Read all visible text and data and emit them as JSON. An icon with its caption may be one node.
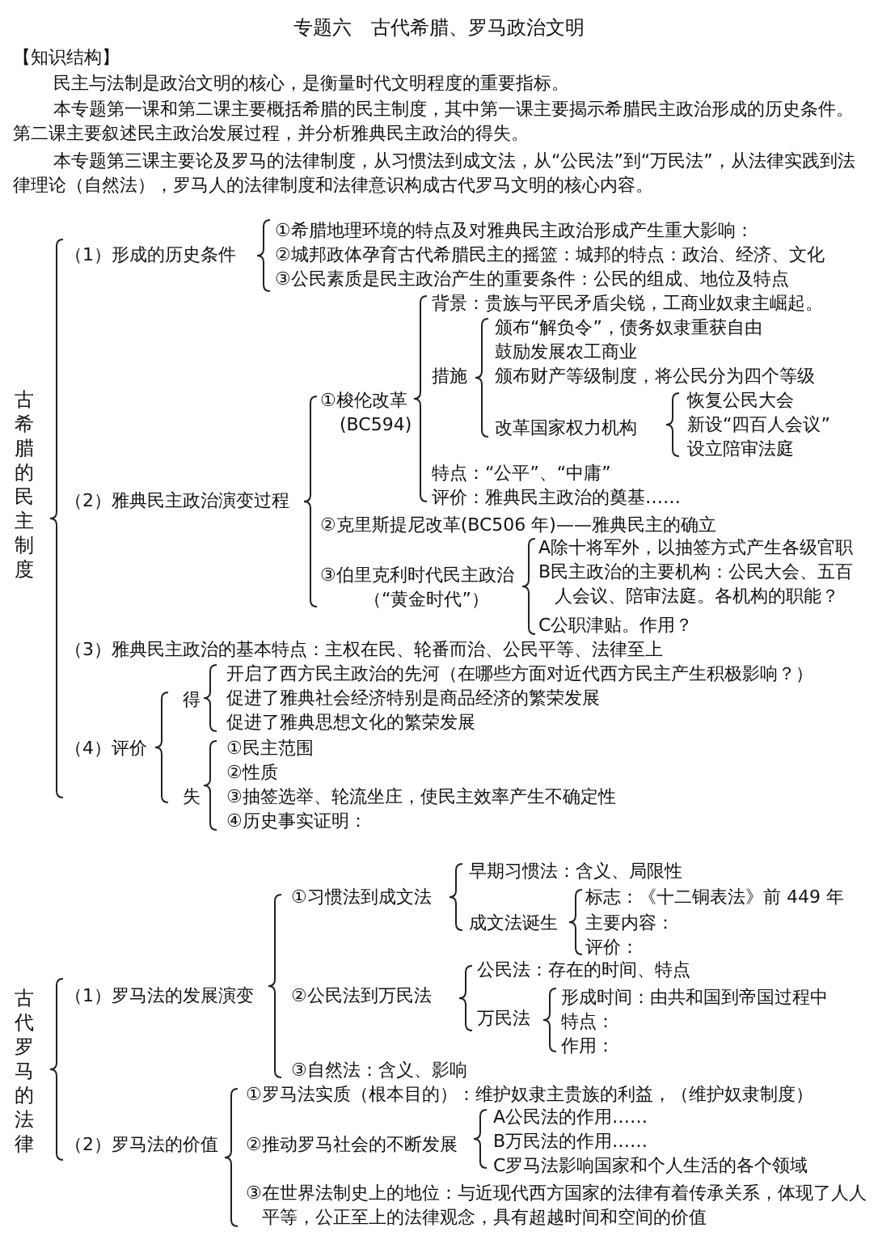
{
  "diagram": {
    "title": "专题六　古代希腊、罗马政治文明",
    "labels": [
      "【知识结构】",
      "民主与法制是政治文明的核心，是衡量时代文明程度的重要指标。",
      "本专题第一课和第二课主要概括希腊的民主制度，其中第一课主要揭示希腊民主政治形成的历史条件。第二课主要叙述民主政治发展过程，并分析雅典民主政治的得失。",
      "本专题第三课主要论及罗马的法律制度，从习惯法到成文法，从“公民法”到“万民法”，从法律实践到法律理论（自然法），罗马人的法律制度和法律意识构成古代罗马文明的核心内容。",
      "古希腊的民主制度",
      "（1）形成的历史条件",
      "①希腊地理环境的特点及对雅典民主政治形成产生重大影响：",
      "②城邦政体孕育古代希腊民主的摇篮：城邦的特点：政治、经济、文化",
      "③公民素质是民主政治产生的重要条件：公民的组成、地位及特点",
      "背景：贵族与平民矛盾尖锐，工商业奴隶主崛起。",
      "措施",
      "颁布“解负令”，债务奴隶重获自由",
      "鼓励发展农工商业",
      "颁布财产等级制度，将公民分为四个等级",
      "①梭伦改革",
      "恢复公民大会",
      "(BC594)",
      "改革国家权力机构",
      "新设“四百人会议”",
      "设立陪审法庭",
      "特点：“公平”、“中庸”",
      "（2）雅典民主政治演变过程",
      "评价：雅典民主政治的奠基……",
      "②克里斯提尼改革(BC506 年)——雅典民主的确立",
      "A除十将军外，以抽签方式产生各级官职",
      "③伯里克利时代民主政治",
      "B民主政治的主要机构：公民大会、五百人会议、陪审法庭。各机构的职能？",
      "（“黄金时代”）",
      "C公职津贴。作用？",
      "（3）雅典民主政治的基本特点：主权在民、轮番而治、公民平等、法律至上",
      "开启了西方民主政治的先河（在哪些方面对近代西方民主产生积极影响？）",
      "得",
      "促进了雅典社会经济特别是商品经济的繁荣发展",
      "促进了雅典思想文化的繁荣发展",
      "（4）评价",
      "①民主范围",
      "②性质",
      "失",
      "③抽签选举、轮流坐庄，使民主效率产生不确定性",
      "④历史事实证明：",
      "早期习惯法：含义、局限性",
      "①习惯法到成文法",
      "标志：《十二铜表法》前 449 年",
      "成文法诞生",
      "主要内容：",
      "评价：",
      "公民法：存在的时间、特点",
      "古代罗马的法律",
      "（1）罗马法的发展演变",
      "②公民法到万民法",
      "形成时间：由共和国到帝国过程中",
      "万民法",
      "特点：",
      "作用：",
      "③自然法：含义、影响",
      "①罗马法实质（根本目的）：维护奴隶主贵族的利益，（维护奴隶制度）",
      "A公民法的作用……",
      "（2）罗马法的价值",
      "②推动罗马社会的不断发展",
      "B万民法的作用……",
      "C罗马法影响国家和个人生活的各个领域",
      "③在世界法制史上的地位：与近现代西方国家的法律有着传承关系，体现了人人平等，公正至上的法律观念，具有超越时间和空间的价值"
    ]
  }
}
